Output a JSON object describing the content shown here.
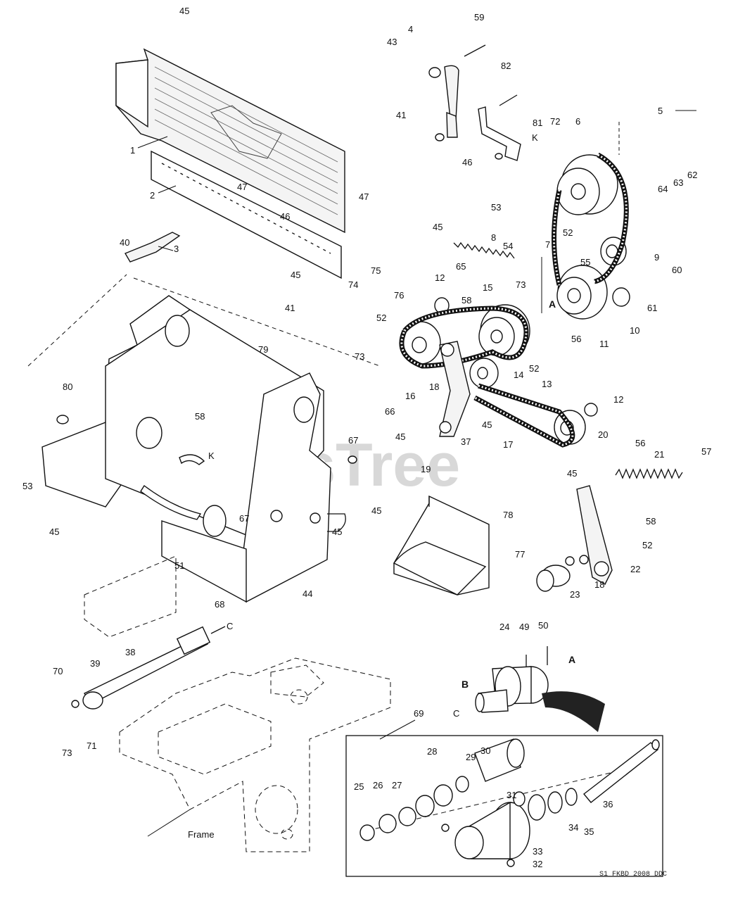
{
  "watermark": "PartsTree",
  "drawing_code": "S1 FKBD 2008 DDC",
  "callouts": [
    "1",
    "2",
    "3",
    "4",
    "5",
    "6",
    "7",
    "8",
    "9",
    "10",
    "11",
    "12",
    "12",
    "13",
    "14",
    "15",
    "16",
    "17",
    "18",
    "18",
    "19",
    "20",
    "21",
    "22",
    "23",
    "24",
    "25",
    "26",
    "27",
    "28",
    "29",
    "30",
    "31",
    "32",
    "33",
    "34",
    "35",
    "36",
    "37",
    "38",
    "39",
    "40",
    "41",
    "41",
    "43",
    "44",
    "45",
    "45",
    "45",
    "45",
    "45",
    "45",
    "45",
    "45",
    "45",
    "46",
    "46",
    "47",
    "47",
    "49",
    "50",
    "51",
    "52",
    "52",
    "52",
    "52",
    "53",
    "53",
    "54",
    "55",
    "56",
    "56",
    "57",
    "58",
    "58",
    "58",
    "59",
    "60",
    "61",
    "62",
    "63",
    "64",
    "65",
    "66",
    "67",
    "67",
    "68",
    "69",
    "70",
    "71",
    "72",
    "73",
    "73",
    "73",
    "74",
    "75",
    "76",
    "77",
    "78",
    "79",
    "80",
    "81",
    "82"
  ],
  "section_letters": [
    "K",
    "K",
    "A",
    "A",
    "B",
    "C",
    "C"
  ],
  "frame_label": "Frame"
}
